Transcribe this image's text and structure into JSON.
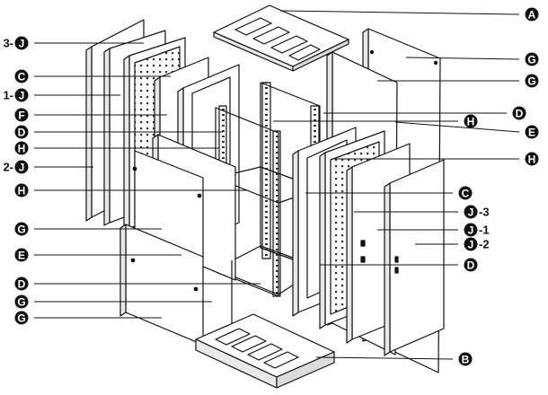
{
  "diagram": {
    "callouts": [
      {
        "id": "callout-a",
        "letter": "A",
        "prefix": "",
        "suffix": ""
      },
      {
        "id": "callout-j3-l",
        "letter": "J",
        "prefix": "3-",
        "suffix": ""
      },
      {
        "id": "callout-g1",
        "letter": "G",
        "prefix": "",
        "suffix": ""
      },
      {
        "id": "callout-c-l",
        "letter": "C",
        "prefix": "",
        "suffix": ""
      },
      {
        "id": "callout-g2",
        "letter": "G",
        "prefix": "",
        "suffix": ""
      },
      {
        "id": "callout-j1-l",
        "letter": "J",
        "prefix": "1-",
        "suffix": ""
      },
      {
        "id": "callout-d-r1",
        "letter": "D",
        "prefix": "",
        "suffix": ""
      },
      {
        "id": "callout-f",
        "letter": "F",
        "prefix": "",
        "suffix": ""
      },
      {
        "id": "callout-h-r1",
        "letter": "H",
        "prefix": "",
        "suffix": ""
      },
      {
        "id": "callout-d-l",
        "letter": "D",
        "prefix": "",
        "suffix": ""
      },
      {
        "id": "callout-e-r",
        "letter": "E",
        "prefix": "",
        "suffix": ""
      },
      {
        "id": "callout-h-l1",
        "letter": "H",
        "prefix": "",
        "suffix": ""
      },
      {
        "id": "callout-h-r2",
        "letter": "H",
        "prefix": "",
        "suffix": ""
      },
      {
        "id": "callout-j2-l",
        "letter": "J",
        "prefix": "2-",
        "suffix": ""
      },
      {
        "id": "callout-h-l2",
        "letter": "H",
        "prefix": "",
        "suffix": ""
      },
      {
        "id": "callout-c-r",
        "letter": "C",
        "prefix": "",
        "suffix": ""
      },
      {
        "id": "callout-j3-r",
        "letter": "J",
        "prefix": "",
        "suffix": "-3"
      },
      {
        "id": "callout-g3",
        "letter": "G",
        "prefix": "",
        "suffix": ""
      },
      {
        "id": "callout-j1-r",
        "letter": "J",
        "prefix": "",
        "suffix": "-1"
      },
      {
        "id": "callout-j2-r",
        "letter": "J",
        "prefix": "",
        "suffix": "-2"
      },
      {
        "id": "callout-e-l",
        "letter": "E",
        "prefix": "",
        "suffix": ""
      },
      {
        "id": "callout-d-r2",
        "letter": "D",
        "prefix": "",
        "suffix": ""
      },
      {
        "id": "callout-d-l2",
        "letter": "D",
        "prefix": "",
        "suffix": ""
      },
      {
        "id": "callout-g4",
        "letter": "G",
        "prefix": "",
        "suffix": ""
      },
      {
        "id": "callout-g5",
        "letter": "G",
        "prefix": "",
        "suffix": ""
      },
      {
        "id": "callout-b",
        "letter": "B",
        "prefix": "",
        "suffix": ""
      }
    ],
    "colors": {
      "stroke": "#111111",
      "badge": "#111111",
      "panel": "#ffffff",
      "shade": "#e9e9e9"
    }
  }
}
